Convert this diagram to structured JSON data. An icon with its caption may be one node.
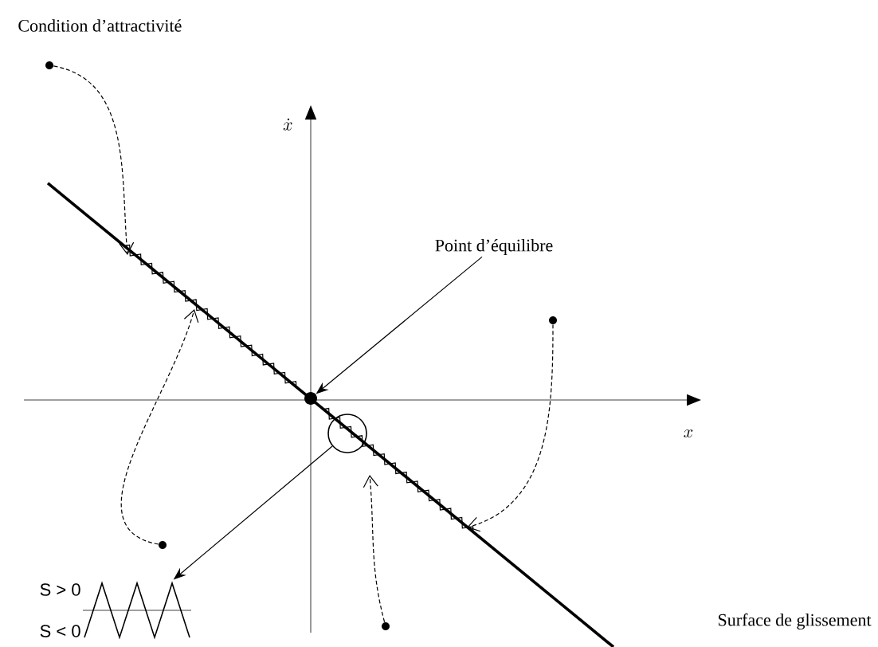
{
  "diagram": {
    "nodes": [
      {
        "text": [],
        "shape": "circle"
      },
      {
        "text": [
          "Point d’équilibre"
        ]
      },
      {
        "text": [],
        "shape": "circle"
      },
      {
        "text": [],
        "shape": "circle"
      },
      {
        "text": [],
        "shape": "circle"
      },
      {
        "text": [],
        "shape": "circle"
      },
      {
        "text": [],
        "shape": "picture",
        "beside": [
          "S > 0",
          "S < 0"
        ]
      },
      {
        "text": [],
        "shape": "circle"
      }
    ],
    "edges": [
      {
        "from": 0,
        "to": null,
        "arrow": "to",
        "style": "dashed"
      },
      {
        "from": 1,
        "to": 3,
        "arrow": "to"
      },
      {
        "from": 2,
        "to": null,
        "arrow": "to",
        "style": "dashed"
      },
      {
        "from": 4,
        "to": 6,
        "arrow": "to"
      },
      {
        "from": 5,
        "to": null,
        "arrow": "to",
        "style": "dashed"
      },
      {
        "from": 7,
        "to": null,
        "arrow": "to",
        "style": "dashed"
      }
    ],
    "labels": [
      "Condition d’attractivité",
      "\\dot{x}",
      "x",
      "Surface de glissement"
    ]
  }
}
